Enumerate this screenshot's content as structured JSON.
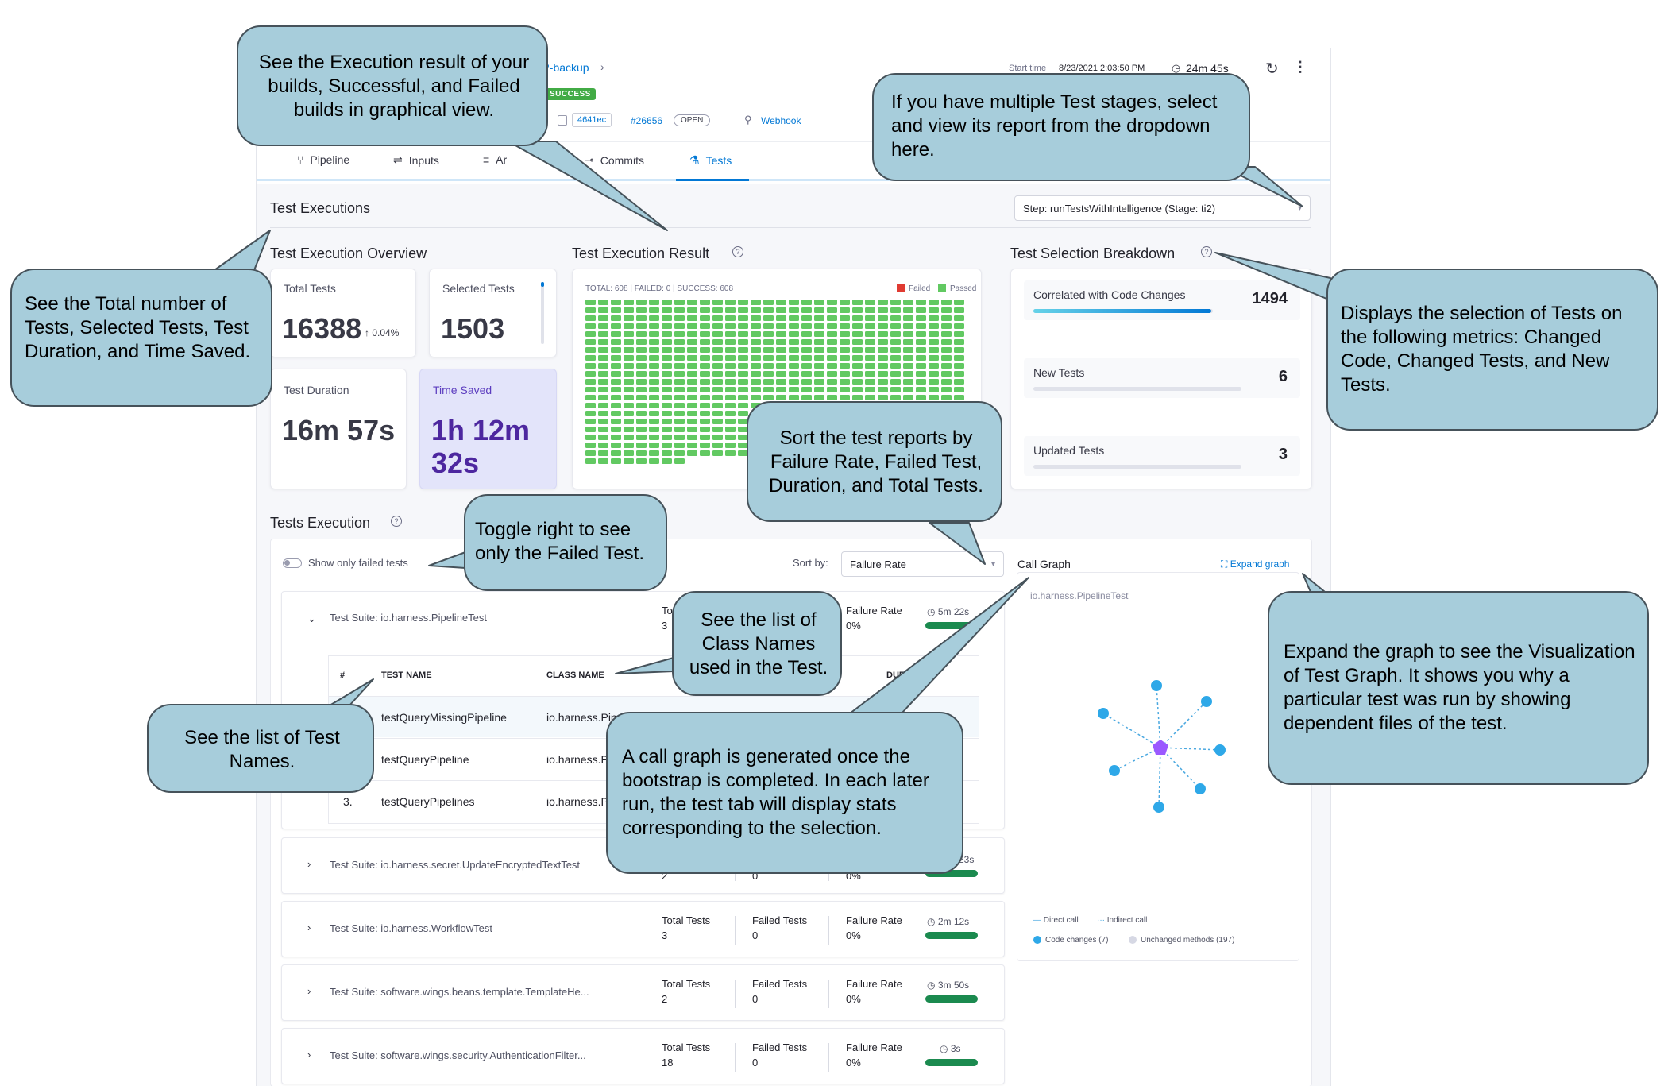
{
  "header": {
    "breadcrumb_tail": "2-backup",
    "status": "SUCCESS",
    "commit": "4641ec",
    "pr_number": "#26656",
    "pr_state": "OPEN",
    "trigger": "Webhook",
    "start_time_label": "Start time",
    "start_time_value": "8/23/2021 2:03:50 PM",
    "duration": "24m 45s"
  },
  "tabs": [
    {
      "label": "Pipeline",
      "icon": "pipeline-icon"
    },
    {
      "label": "Inputs",
      "icon": "inputs-icon"
    },
    {
      "label": "Ar",
      "icon": "artifacts-icon"
    },
    {
      "label": "Commits",
      "icon": "commits-icon"
    },
    {
      "label": "Tests",
      "icon": "tests-icon",
      "active": true
    }
  ],
  "test_executions": {
    "title": "Test Executions",
    "step_select": "Step: runTestsWithIntelligence (Stage: ti2)"
  },
  "overview": {
    "title": "Test Execution Overview",
    "total_tests_label": "Total Tests",
    "total_tests": "16388",
    "total_tests_delta": "↑ 0.04%",
    "selected_tests_label": "Selected Tests",
    "selected_tests": "1503",
    "duration_label": "Test Duration",
    "duration": "16m 57s",
    "time_saved_label": "Time Saved",
    "time_saved_line1": "1h 12m",
    "time_saved_line2": "32s"
  },
  "result": {
    "title": "Test Execution Result",
    "summary": "TOTAL: 608 | FAILED: 0 | SUCCESS: 608",
    "legend_failed": "Failed",
    "legend_passed": "Passed",
    "total": 608,
    "failed": 0,
    "passed": 608,
    "colors": {
      "failed": "#e03b32",
      "passed": "#62c962"
    }
  },
  "selection": {
    "title": "Test Selection Breakdown",
    "items": [
      {
        "label": "Correlated with Code Changes",
        "value": "1494",
        "fraction": 0.99
      },
      {
        "label": "New Tests",
        "value": "6",
        "fraction": 0.0
      },
      {
        "label": "Updated Tests",
        "value": "3",
        "fraction": 0.0
      }
    ]
  },
  "tests_execution": {
    "title": "Tests Execution",
    "toggle_label": "Show only failed tests",
    "sort_label": "Sort by:",
    "sort_value": "Failure Rate",
    "suites": [
      {
        "name": "Test Suite: io.harness.PipelineTest",
        "total_label": "To",
        "total": "3",
        "failed_label": "",
        "failed": "",
        "rate_label": "Failure Rate",
        "rate": "0%",
        "duration": "5m 22s",
        "expanded": true
      },
      {
        "name": "Test Suite: io.harness.secret.UpdateEncryptedTextTest",
        "total_label": "",
        "total": "2",
        "failed_label": "",
        "failed": "0",
        "rate_label": "",
        "rate": "0%",
        "duration": "23s"
      },
      {
        "name": "Test Suite: io.harness.WorkflowTest",
        "total_label": "Total Tests",
        "total": "3",
        "failed_label": "Failed Tests",
        "failed": "0",
        "rate_label": "Failure Rate",
        "rate": "0%",
        "duration": "2m 12s"
      },
      {
        "name": "Test Suite: software.wings.beans.template.TemplateHe...",
        "total_label": "Total Tests",
        "total": "2",
        "failed_label": "Failed Tests",
        "failed": "0",
        "rate_label": "Failure Rate",
        "rate": "0%",
        "duration": "3m 50s"
      },
      {
        "name": "Test Suite: software.wings.security.AuthenticationFilter...",
        "total_label": "Total Tests",
        "total": "18",
        "failed_label": "Failed Tests",
        "failed": "0",
        "rate_label": "Failure Rate",
        "rate": "0%",
        "duration": "3s"
      }
    ],
    "table": {
      "headers": [
        "#",
        "TEST NAME",
        "CLASS NAME",
        "DUR"
      ],
      "rows": [
        {
          "num": "",
          "name": "testQueryMissingPipeline",
          "cls": "io.harness.PipelineTest",
          "status": "passed"
        },
        {
          "num": "",
          "name": "testQueryPipeline",
          "cls": "io.harness.P",
          "status": ""
        },
        {
          "num": "3.",
          "name": "testQueryPipelines",
          "cls": "io.harness.P",
          "status": ""
        }
      ]
    }
  },
  "call_graph": {
    "title": "Call Graph",
    "expand": "Expand graph",
    "root": "io.harness.PipelineTest",
    "legend_direct": "Direct call",
    "legend_indirect": "Indirect call",
    "legend_changes": "Code changes (7)",
    "legend_unchanged": "Unchanged methods (197)",
    "colors": {
      "center": "#9b59ff",
      "node": "#2ea8e8",
      "edge": "#4aa8e0"
    }
  },
  "callouts": {
    "execution_result": "See the Execution result of your builds, Successful, and Failed builds in graphical view.",
    "multiple_stages": "If you have multiple Test  stages, select and view its report from the dropdown here.",
    "totals": "See the Total number of Tests, Selected Tests, Test Duration, and Time Saved.",
    "selection": "Displays the selection of Tests on the following metrics: Changed Code, Changed Tests, and New Tests.",
    "sort": "Sort the test reports by Failure Rate, Failed Test, Duration, and Total Tests.",
    "toggle": "Toggle right to see only the Failed Test.",
    "class_names": "See the list of Class Names used in the Test.",
    "test_names": "See the list of Test Names.",
    "call_graph": "A call graph is generated once the bootstrap is completed. In each later run, the test tab will display stats corresponding to the selection.",
    "expand_graph": "Expand the graph to see the Visualization of Test Graph. It shows you why a particular test was run by showing dependent files of the test."
  }
}
